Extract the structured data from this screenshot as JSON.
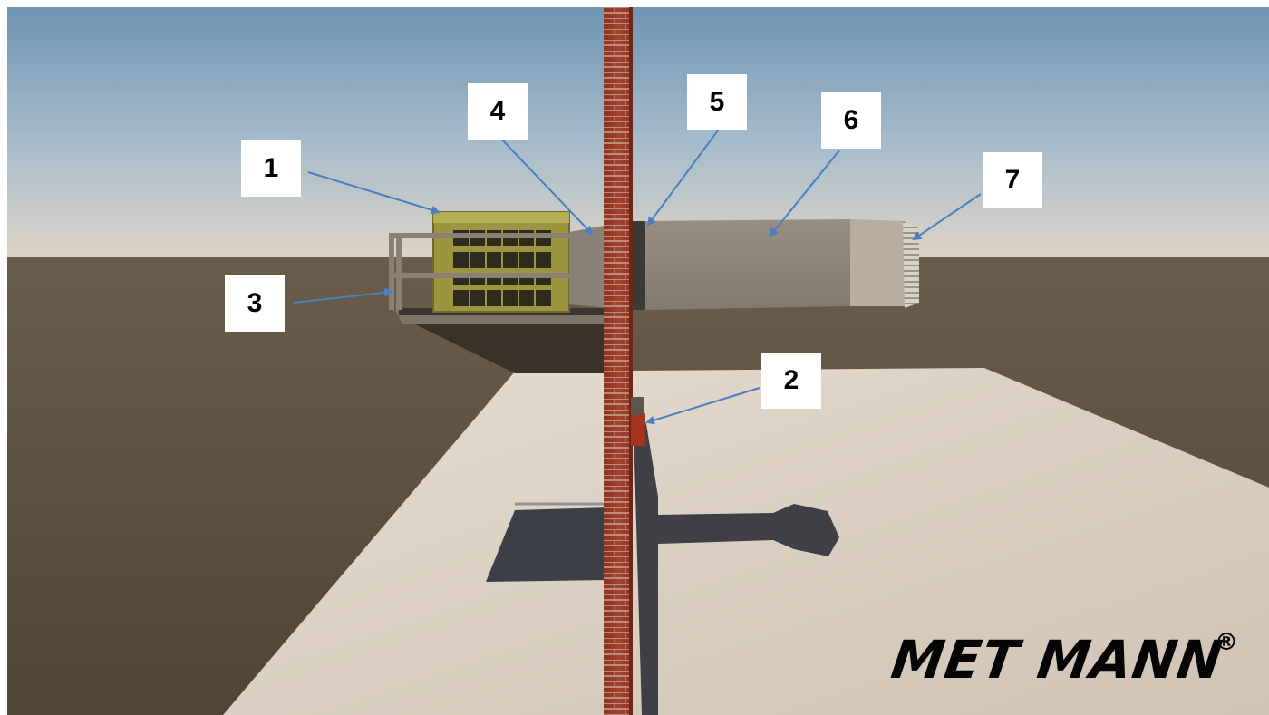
{
  "callouts": [
    {
      "id": "1",
      "label": "1"
    },
    {
      "id": "2",
      "label": "2"
    },
    {
      "id": "3",
      "label": "3"
    },
    {
      "id": "4",
      "label": "4"
    },
    {
      "id": "5",
      "label": "5"
    },
    {
      "id": "6",
      "label": "6"
    },
    {
      "id": "7",
      "label": "7"
    }
  ],
  "logo": {
    "text": "MET MANN",
    "registered_mark": "®"
  },
  "colors": {
    "sky_top": "#6f95b4",
    "sky_horizon": "#d9d3c7",
    "ground": "#5b4f40",
    "floor": "#d8cdbf",
    "brick": "#9a3b2a",
    "unit_body": "#9a9440",
    "duct": "#8f857a",
    "arrow": "#4a7fc1"
  }
}
